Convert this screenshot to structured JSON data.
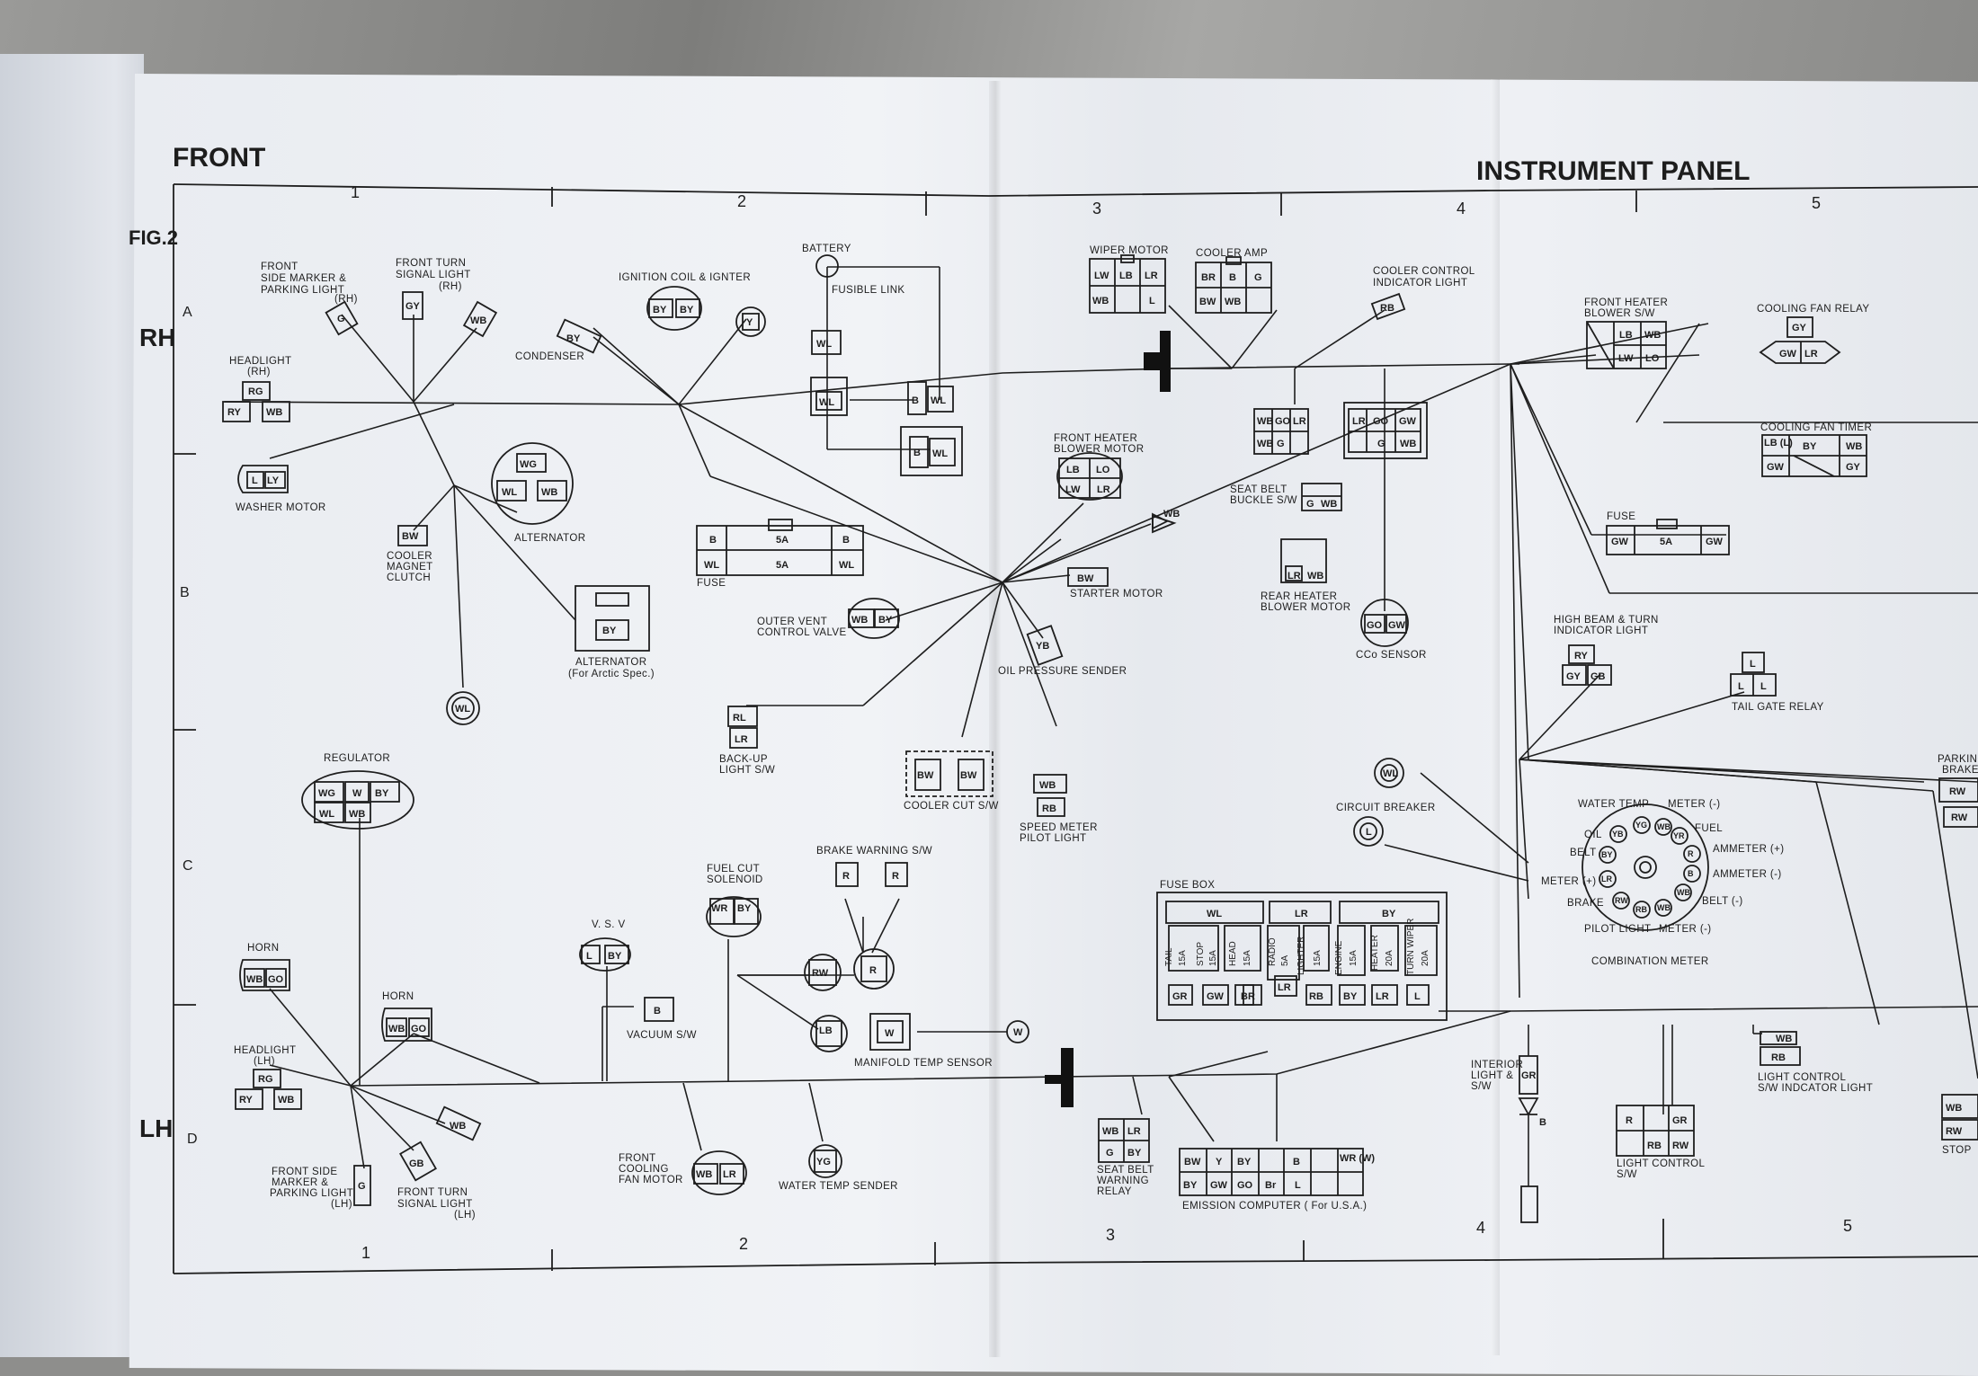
{
  "header": {
    "front": "FRONT",
    "panel": "INSTRUMENT  PANEL",
    "fig": "FIG.2",
    "rh": "RH",
    "lh": "LH"
  },
  "grid": {
    "cols_top": [
      "1",
      "2",
      "3",
      "4",
      "5"
    ],
    "cols_bottom": [
      "1",
      "2",
      "3",
      "4",
      "5"
    ],
    "rows": [
      "A",
      "B",
      "C",
      "D"
    ]
  },
  "components": {
    "front_side_marker_rh": [
      "FRONT",
      "SIDE MARKER &",
      "PARKING LIGHT",
      "(RH)"
    ],
    "front_turn_signal_rh": [
      "FRONT  TURN",
      "SIGNAL  LIGHT",
      "(RH)"
    ],
    "headlight_rh": [
      "HEADLIGHT",
      "(RH)"
    ],
    "washer_motor": "WASHER  MOTOR",
    "cooler_magnet_clutch": [
      "COOLER",
      "MAGNET",
      "CLUTCH"
    ],
    "alternator": "ALTERNATOR",
    "alternator_arctic": [
      "ALTERNATOR",
      "(For  Arctic  Spec.)"
    ],
    "ignition_coil": "IGNITION  COIL  &  IGNTER",
    "condenser": "CONDENSER",
    "battery": "BATTERY",
    "fusible_link": "FUSIBLE  LINK",
    "fuse_1": "FUSE",
    "outer_vent": [
      "OUTER  VENT",
      "CONTROL  VALVE"
    ],
    "backup_light": [
      "BACK-UP",
      "LIGHT  S/W"
    ],
    "cooler_cut": "COOLER  CUT  S/W",
    "regulator": "REGULATOR",
    "horn_1": "HORN",
    "horn_2": "HORN",
    "headlight_lh": [
      "HEADLIGHT",
      "(LH)"
    ],
    "front_side_marker_lh": [
      "FRONT  SIDE",
      "MARKER  &",
      "PARKING  LIGHT",
      "(LH)"
    ],
    "front_turn_signal_lh": [
      "FRONT  TURN",
      "SIGNAL  LIGHT",
      "(LH)"
    ],
    "vsv": "V. S. V",
    "vacuum_sw": "VACUUM  S/W",
    "fuel_cut": [
      "FUEL  CUT",
      "SOLENOID"
    ],
    "brake_warning": "BRAKE  WARNING  S/W",
    "manifold_temp": "MANIFOLD  TEMP  SENSOR",
    "front_cooling_fan": [
      "FRONT",
      "COOLING",
      "FAN  MOTOR"
    ],
    "water_temp_sender": "WATER  TEMP  SENDER",
    "wiper_motor": "WIPER  MOTOR",
    "cooler_amp": "COOLER  AMP",
    "cooler_control_light": [
      "COOLER  CONTROL",
      "INDICATOR  LIGHT"
    ],
    "front_heater_blower_motor": [
      "FRONT  HEATER",
      "BLOWER  MOTOR"
    ],
    "starter_motor": "STARTER  MOTOR",
    "oil_pressure": "OIL  PRESSURE  SENDER",
    "seat_belt_buckle": [
      "SEAT  BELT",
      "BUCKLE  S/W"
    ],
    "rear_heater_blower": [
      "REAR  HEATER",
      "BLOWER  MOTOR"
    ],
    "co_sensor": "CCo  SENSOR",
    "speed_meter": [
      "SPEED  METER",
      "PILOT  LIGHT"
    ],
    "circuit_breaker": "CIRCUIT  BREAKER",
    "fuse_box": "FUSE  BOX",
    "seat_belt_relay": [
      "SEAT  BELT",
      "WARNING",
      "RELAY"
    ],
    "emission_computer": "EMISSION   COMPUTER ( For  U.S.A.)",
    "front_heater_blower_sw": [
      "FRONT  HEATER",
      "BLOWER  S/W"
    ],
    "cooling_fan_relay": "COOLING  FAN  RELAY",
    "cooling_fan_timer": "COOLING  FAN  TIMER",
    "fuse_2": "FUSE",
    "high_beam": [
      "HIGH  BEAM  &  TURN",
      "INDICATOR  LIGHT"
    ],
    "tail_gate_relay": "TAIL  GATE  RELAY",
    "parking_brake": [
      "PARKING",
      "BRAKE"
    ],
    "combination_meter": "COMBINATION  METER",
    "interior_light": [
      "INTERIOR",
      "LIGHT  &",
      "S/W"
    ],
    "light_control_sw": [
      "LIGHT  CONTROL",
      "S/W"
    ],
    "light_control_indicator": [
      "LIGHT  CONTROL",
      "S/W  INDCATOR  LIGHT"
    ],
    "stop_partial": "STOP"
  },
  "meter_labels": {
    "water_temp": "WATER  TEMP",
    "meter_minus": "METER (-)",
    "fuel": "FUEL",
    "oil": "OIL",
    "ammeter_plus": "AMMETER (+)",
    "belt": "BELT",
    "ammeter_minus": "AMMETER (-)",
    "meter_plus": "METER (+)",
    "brake": "BRAKE",
    "belt_minus": "BELT (-)",
    "pilot": "PILOT  LIGHT",
    "meter_minus_2": "METER (-)"
  },
  "fuse_box": {
    "groups": [
      "WL",
      "LR",
      "BY"
    ],
    "fuses": [
      "TAIL",
      "15A",
      "STOP",
      "15A",
      "HEAD",
      "15A",
      "RADIO",
      "5A",
      "LIGHTER",
      "15A",
      "ENGINE",
      "15A",
      "HEATER",
      "20A",
      "TURN WIPER",
      "20A"
    ],
    "pins": [
      "GR",
      "GW",
      "B",
      "R",
      "LR",
      "RB",
      "BY",
      "LR",
      "L"
    ]
  },
  "pins": {
    "fuse1_a": [
      "B",
      "5A",
      "B"
    ],
    "fuse1_b": [
      "WL",
      "5A",
      "WL"
    ],
    "fuse2": [
      "GW",
      "5A",
      "GW"
    ],
    "emission_top": [
      "BW",
      "Y",
      "BY",
      "B",
      "WR (W)"
    ],
    "emission_bottom": [
      "BY",
      "GW",
      "GO",
      "Br",
      "L"
    ],
    "speed": [
      "WB",
      "RB"
    ],
    "cooling_timer": [
      "LB (L)",
      "BY",
      "WB",
      "GW",
      "GY"
    ],
    "headlight": [
      "RG",
      "RY",
      "WB"
    ],
    "regulator": [
      "WG",
      "W",
      "BY",
      "WL",
      "WB"
    ],
    "fan_relay": [
      "GY",
      "GW",
      "LR"
    ],
    "misc": [
      "G",
      "GY",
      "WB",
      "L",
      "LY",
      "BW",
      "WG",
      "WL",
      "BY",
      "Y",
      "WL",
      "B",
      "RL",
      "LR",
      "BW",
      "WB",
      "LB",
      "LO",
      "LW",
      "LR",
      "BR",
      "G",
      "LW",
      "WB",
      "RB",
      "GO",
      "GW",
      "R",
      "RW",
      "YB",
      "YG",
      "W",
      "GR",
      "RY",
      "GB",
      "L"
    ]
  },
  "colors": {
    "ink": "#1e1e1e",
    "paper": "#eef0f4",
    "background": "#8e8e8c"
  }
}
